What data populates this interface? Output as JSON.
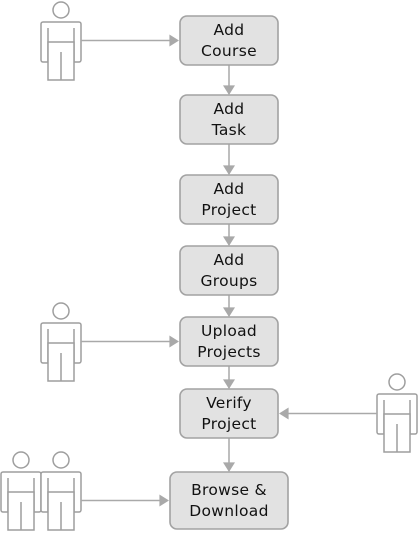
{
  "diagram": {
    "steps": [
      {
        "id": "add-course",
        "lines": [
          "Add",
          "Course"
        ]
      },
      {
        "id": "add-task",
        "lines": [
          "Add",
          "Task"
        ]
      },
      {
        "id": "add-project",
        "lines": [
          "Add",
          "Project"
        ]
      },
      {
        "id": "add-groups",
        "lines": [
          "Add",
          "Groups"
        ]
      },
      {
        "id": "upload-projects",
        "lines": [
          "Upload",
          "Projects"
        ]
      },
      {
        "id": "verify-project",
        "lines": [
          "Verify",
          "Project"
        ]
      },
      {
        "id": "browse-download",
        "lines": [
          "Browse &",
          "Download"
        ]
      }
    ],
    "flow": [
      [
        "add-course",
        "add-task"
      ],
      [
        "add-task",
        "add-project"
      ],
      [
        "add-project",
        "add-groups"
      ],
      [
        "add-groups",
        "upload-projects"
      ],
      [
        "upload-projects",
        "verify-project"
      ],
      [
        "verify-project",
        "browse-download"
      ]
    ],
    "actors": [
      {
        "id": "actor-course-creator",
        "figures": 1,
        "target": "add-course"
      },
      {
        "id": "actor-uploader",
        "figures": 1,
        "target": "upload-projects"
      },
      {
        "id": "actor-verifier",
        "figures": 1,
        "target": "verify-project"
      },
      {
        "id": "actor-browsers",
        "figures": 2,
        "target": "browse-download"
      }
    ],
    "colors": {
      "box_fill": "#e2e2e2",
      "box_stroke": "#a2a2a2",
      "edge": "#a9a9a9",
      "actor_stroke": "#9e9e9e",
      "text": "#111111"
    }
  }
}
